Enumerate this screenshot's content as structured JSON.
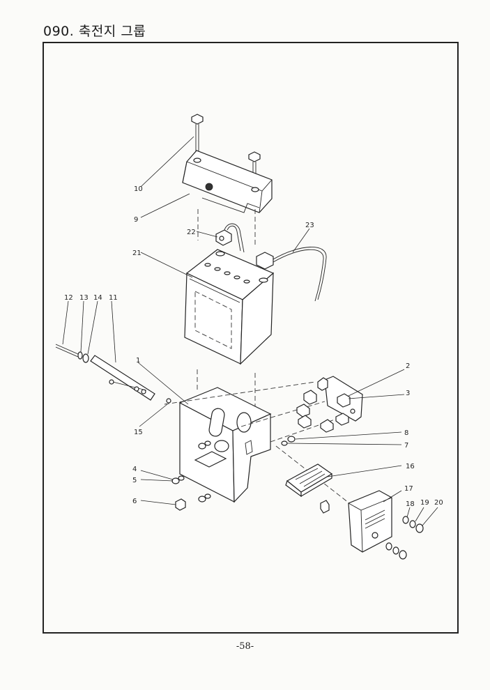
{
  "page": {
    "title": "090. 축전지 그룹",
    "page_number": "-58-"
  },
  "callouts": [
    "1",
    "2",
    "3",
    "4",
    "5",
    "6",
    "7",
    "8",
    "9",
    "10",
    "11",
    "12",
    "13",
    "14",
    "15",
    "16",
    "17",
    "18",
    "19",
    "20",
    "21",
    "22",
    "23"
  ]
}
